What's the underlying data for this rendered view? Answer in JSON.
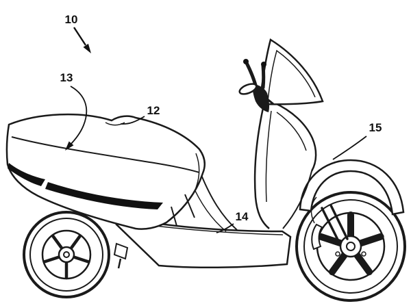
{
  "figure": {
    "subject": "Patent-style line drawing: side view of a step-through scooter",
    "background": "#ffffff",
    "line_color": "#1a1a1a"
  },
  "labels": [
    {
      "ref": "10"
    },
    {
      "ref": "12"
    },
    {
      "ref": "13"
    },
    {
      "ref": "14"
    },
    {
      "ref": "15"
    }
  ]
}
